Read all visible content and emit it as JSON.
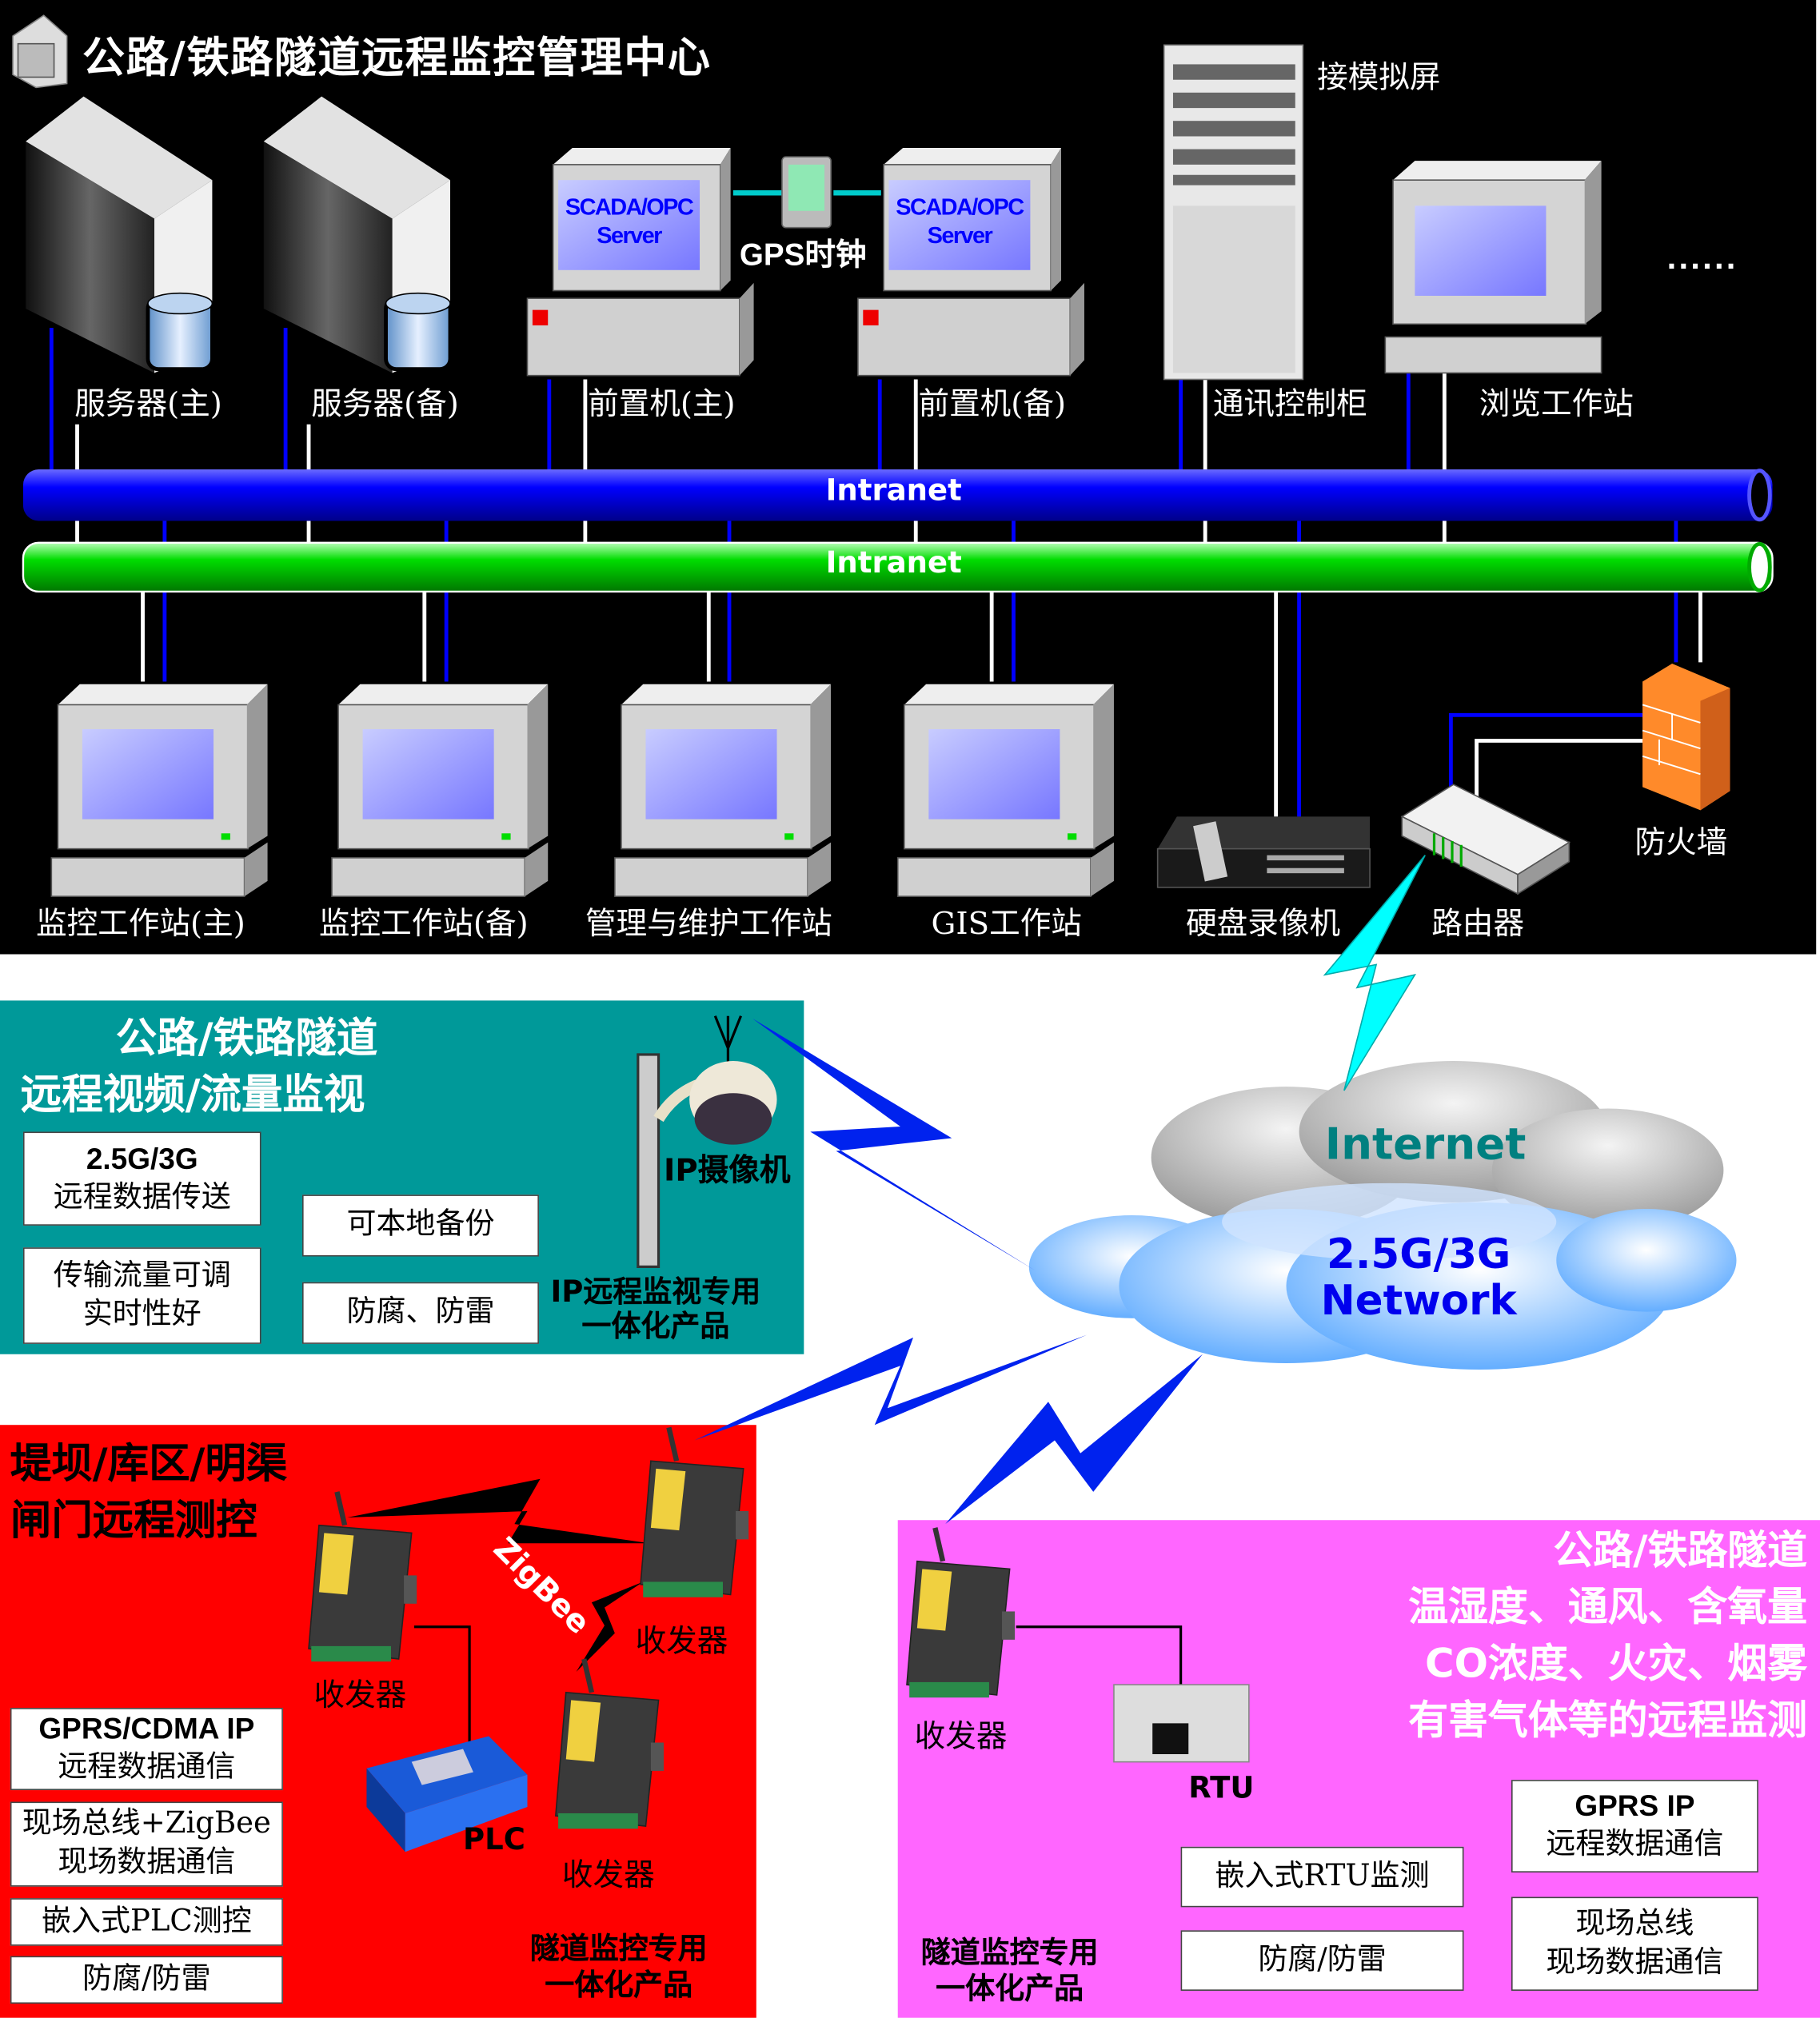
{
  "control_center": {
    "title": "公路/铁路隧道远程监控管理中心",
    "devices_top": [
      {
        "label": "服务器(主)"
      },
      {
        "label": "服务器(备)"
      },
      {
        "label": "前置机(主)",
        "screen_text_1": "SCADA/OPC",
        "screen_text_2": "Server"
      },
      {
        "label": "前置机(备)",
        "screen_text_1": "SCADA/OPC",
        "screen_text_2": "Server"
      },
      {
        "label": "通讯控制柜"
      },
      {
        "label": "浏览工作站"
      }
    ],
    "gps_label": "GPS时钟",
    "analog_screen_label": "接模拟屏",
    "ellipsis": "......",
    "network_blue": "Intranet",
    "network_green": "Intranet",
    "devices_bottom": [
      {
        "label": "监控工作站(主)"
      },
      {
        "label": "监控工作站(备)"
      },
      {
        "label": "管理与维护工作站"
      },
      {
        "label": "GIS工作站"
      },
      {
        "label": "硬盘录像机"
      },
      {
        "label": "路由器"
      },
      {
        "label": "防火墙"
      }
    ]
  },
  "video_panel": {
    "title_line1": "公路/铁路隧道",
    "title_line2": "远程视频/流量监视",
    "camera_label": "IP摄像机",
    "boxes": [
      {
        "line1": "2.5G/3G",
        "line2": "远程数据传送"
      },
      {
        "line1": "传输流量可调",
        "line2": "实时性好"
      },
      {
        "line1": "可本地备份"
      },
      {
        "line1": "防腐、防雷"
      }
    ],
    "product_line1": "IP远程监视专用",
    "product_line2": "一体化产品"
  },
  "cloud": {
    "line1": "Internet",
    "line2": "2.5G/3G",
    "line3": "Network"
  },
  "dam_panel": {
    "title_line1": "堤坝/库区/明渠",
    "title_line2": "闸门远程测控",
    "zigbee_label": "ZigBee",
    "transceiver_label": "收发器",
    "plc_label": "PLC",
    "boxes": [
      {
        "line1": "GPRS/CDMA IP",
        "line2": "远程数据通信"
      },
      {
        "line1": "现场总线+ZigBee",
        "line2": "现场数据通信"
      },
      {
        "line1": "嵌入式PLC测控"
      },
      {
        "line1": "防腐/防雷"
      }
    ],
    "product_line1": "隧道监控专用",
    "product_line2": "一体化产品"
  },
  "env_panel": {
    "title_lines": [
      "公路/铁路隧道",
      "温湿度、通风、含氧量",
      "CO浓度、火灾、烟雾",
      "有害气体等的远程监测"
    ],
    "transceiver_label": "收发器",
    "rtu_label": "RTU",
    "boxes": [
      {
        "line1": "嵌入式RTU监测"
      },
      {
        "line1": "防腐/防雷"
      },
      {
        "line1": "GPRS IP",
        "line2": "远程数据通信"
      },
      {
        "line1": "现场总线",
        "line2": "现场数据通信"
      }
    ],
    "product_line1": "隧道监控专用",
    "product_line2": "一体化产品"
  },
  "colors": {
    "teal": "#009999",
    "red": "#ff0000",
    "pink": "#ff66ff",
    "blue_pipe": "#0000ff",
    "green_pipe": "#00dd00",
    "lightning": "#0022ee",
    "cyan_lightning": "#00ffff"
  }
}
